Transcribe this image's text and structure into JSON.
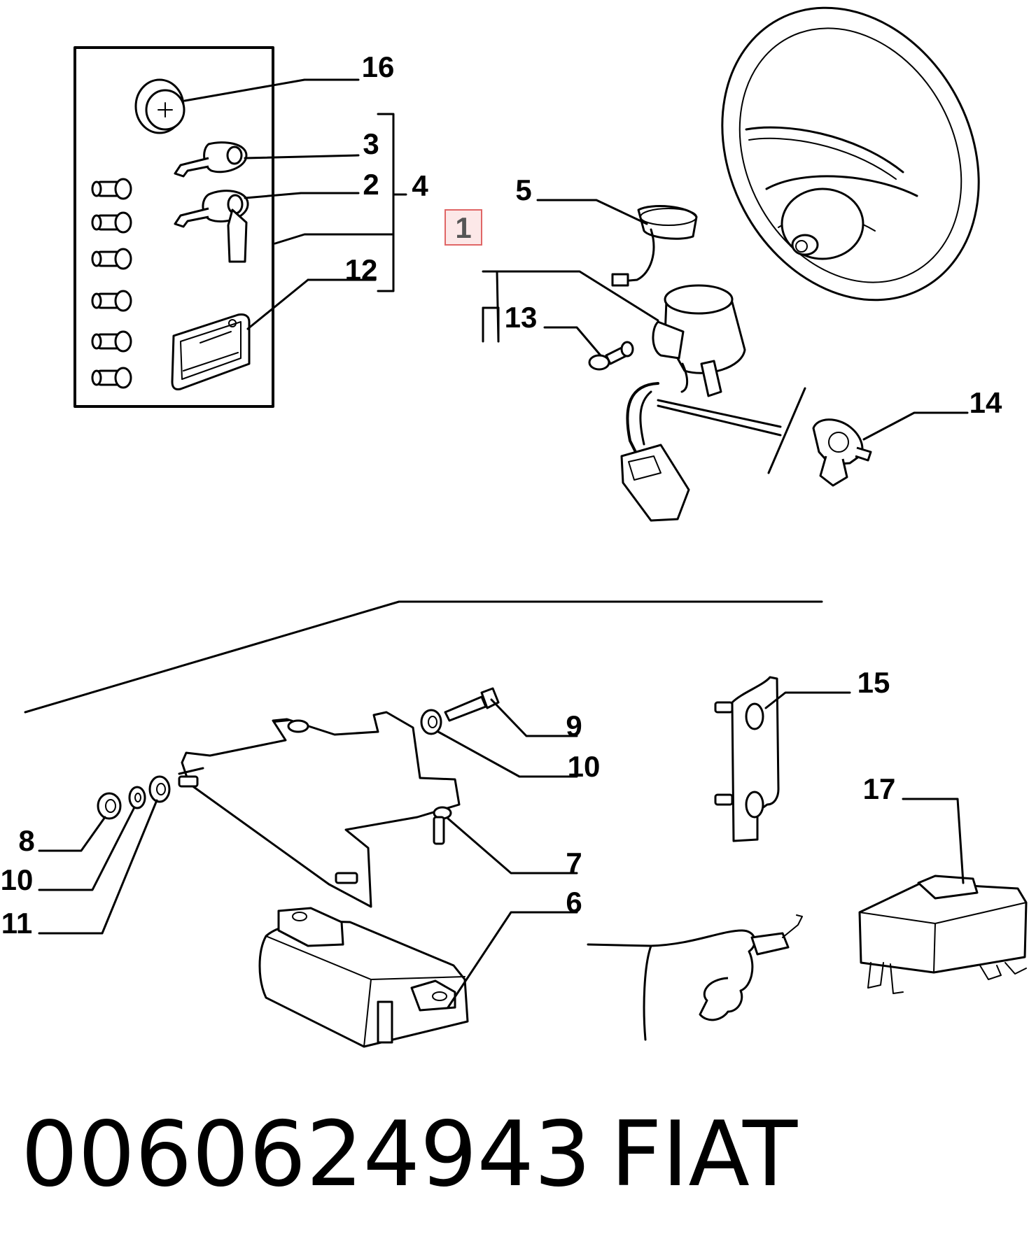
{
  "callouts": {
    "c1": "1",
    "c2": "2",
    "c3": "3",
    "c4": "4",
    "c5": "5",
    "c6": "6",
    "c7": "7",
    "c8": "8",
    "c9": "9",
    "c10a": "10",
    "c10b": "10",
    "c11": "11",
    "c12": "12",
    "c13": "13",
    "c14": "14",
    "c15": "15",
    "c16": "16",
    "c17": "17"
  },
  "highlighted_callout": "1",
  "highlight_color": "#e06666",
  "part_number": "0060624943",
  "brand": "FIAT"
}
